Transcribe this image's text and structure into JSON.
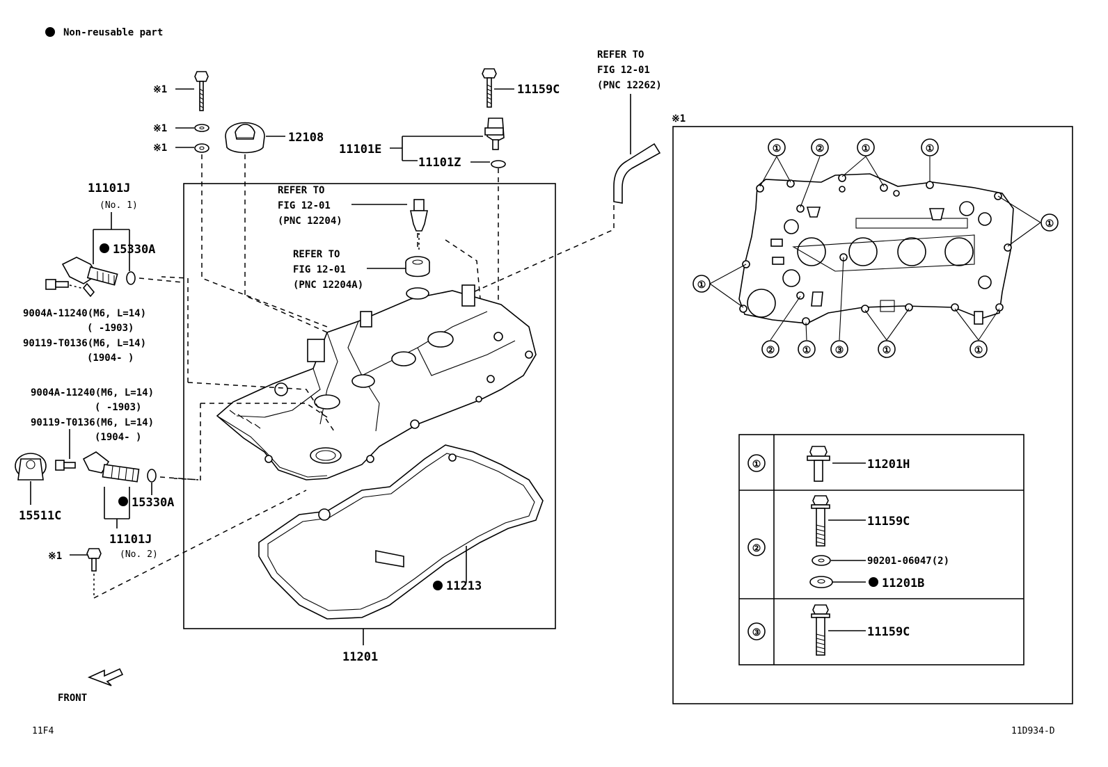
{
  "legend": {
    "text": "Non-reusable part"
  },
  "labels": {
    "star1_a": "※1",
    "star1_b": "※1",
    "star1_c": "※1",
    "star1_d": "※1",
    "star1_box": "※1",
    "p12108": "12108",
    "p11159c_top": "11159C",
    "p11101e": "11101E",
    "p11101z": "11101Z",
    "p11101j_1": "11101J",
    "no1": "(No. 1)",
    "p15330a_1": "15330A",
    "bolt1_a": "9004A-11240(M6, L=14)",
    "bolt1_b": "(        -1903)",
    "bolt1_c": "90119-T0136(M6, L=14)",
    "bolt1_d": "(1904-        )",
    "bolt2_a": "9004A-11240(M6, L=14)",
    "bolt2_b": "(        -1903)",
    "bolt2_c": "90119-T0136(M6, L=14)",
    "bolt2_d": "(1904-        )",
    "p15511c": "15511C",
    "p15330a_2": "15330A",
    "p11101j_2": "11101J",
    "no2": "(No. 2)",
    "p11213": "11213",
    "p11201": "11201",
    "front": "FRONT",
    "ref1_a": "REFER TO",
    "ref1_b": "FIG 12-01",
    "ref1_c": "(PNC 12204)",
    "ref2_a": "REFER TO",
    "ref2_b": "FIG 12-01",
    "ref2_c": "(PNC 12204A)",
    "ref3_a": "REFER TO",
    "ref3_b": "FIG 12-01",
    "ref3_c": "(PNC 12262)",
    "code_left": "11F4",
    "code_right": "11D934-D"
  },
  "circle_markers": {
    "one": "①",
    "two": "②",
    "three": "③"
  },
  "table": {
    "rows": [
      {
        "marker": "①",
        "parts": [
          "11201H"
        ]
      },
      {
        "marker": "②",
        "parts": [
          "11159C",
          "90201-06047(2)",
          "11201B"
        ]
      },
      {
        "marker": "③",
        "parts": [
          "11159C"
        ]
      }
    ]
  },
  "icons": [
    "non-reusable-dot-icon",
    "front-arrow-icon"
  ]
}
